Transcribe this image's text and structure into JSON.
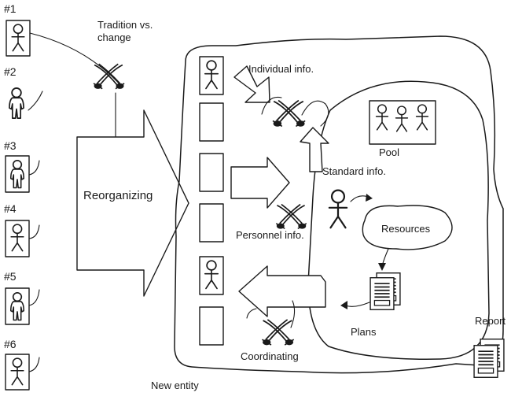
{
  "labels": {
    "people": [
      "#1",
      "#2",
      "#3",
      "#4",
      "#5",
      "#6"
    ],
    "tradition": [
      "Tradition vs.",
      "change"
    ],
    "reorganizing": "Reorganizing",
    "individual_info": "Individual info.",
    "standard_info": "Standard info.",
    "personnel_info": "Personnel info.",
    "coordinating": "Coordinating",
    "pool": "Pool",
    "resources": "Resources",
    "plans": "Plans",
    "report": "Report",
    "new_entity": "New entity"
  },
  "icons": {
    "framed_person": "framed-stick-figure",
    "person": "stick-figure",
    "conflict": "crossed-swords",
    "file_slot": "empty-file-slot",
    "document": "document-stack",
    "flow": "block-arrow"
  }
}
